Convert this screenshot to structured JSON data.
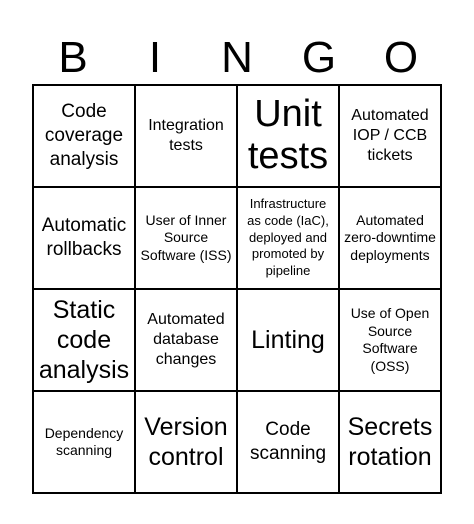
{
  "header": {
    "letters": [
      "B",
      "I",
      "N",
      "G",
      "O"
    ]
  },
  "cells": [
    "Code coverage analysis",
    "Integration tests",
    "Unit tests",
    "Automated IOP / CCB tickets",
    "Automatic rollbacks",
    "User of Inner Source Software (ISS)",
    "Infrastructure as code (IaC), deployed and promoted by pipeline",
    "Automated zero-downtime deployments",
    "Static code analysis",
    "Automated database changes",
    "Linting",
    "Use of Open Source Software (OSS)",
    "Dependency scanning",
    "Version control",
    "Code scanning",
    "Secrets rotation"
  ]
}
